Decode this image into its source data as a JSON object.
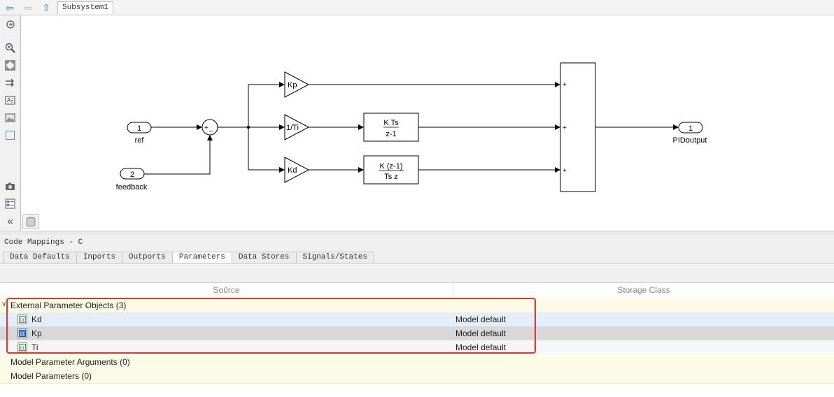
{
  "breadcrumb": "Subsystem1",
  "diagram": {
    "in1": {
      "num": "1",
      "label": "ref"
    },
    "in2": {
      "num": "2",
      "label": "feedback"
    },
    "sum": {
      "plus": "+",
      "minus": "_"
    },
    "gains": [
      "Kp",
      "1/Ti",
      "Kd"
    ],
    "integrator": {
      "num": "K Ts",
      "den": "z-1"
    },
    "derivative": {
      "num": "K (z-1)",
      "den": "Ts z"
    },
    "adder_signs": [
      "+",
      "+",
      "+"
    ],
    "out1": {
      "num": "1",
      "label": "PIDoutput"
    }
  },
  "panel": {
    "title": "Code Mappings - C",
    "tabs": [
      "Data Defaults",
      "Inports",
      "Outports",
      "Parameters",
      "Data Stores",
      "Signals/States"
    ],
    "active_tab": "Parameters",
    "columns": {
      "source": "Source",
      "storage_class": "Storage Class"
    },
    "groups": [
      {
        "label": "External Parameter Objects (3)",
        "expanded": true,
        "items": [
          {
            "name": "Kd",
            "storage_class": "Model default"
          },
          {
            "name": "Kp",
            "storage_class": "Model default"
          },
          {
            "name": "Ti",
            "storage_class": "Model default"
          }
        ]
      },
      {
        "label": "Model Parameter Arguments (0)",
        "expanded": false
      },
      {
        "label": "Model Parameters (0)",
        "expanded": false
      }
    ]
  },
  "colors": {
    "highlight": "#e3342f",
    "group_bg": "#fcfbe6",
    "selected_row": "#e4eef9"
  }
}
